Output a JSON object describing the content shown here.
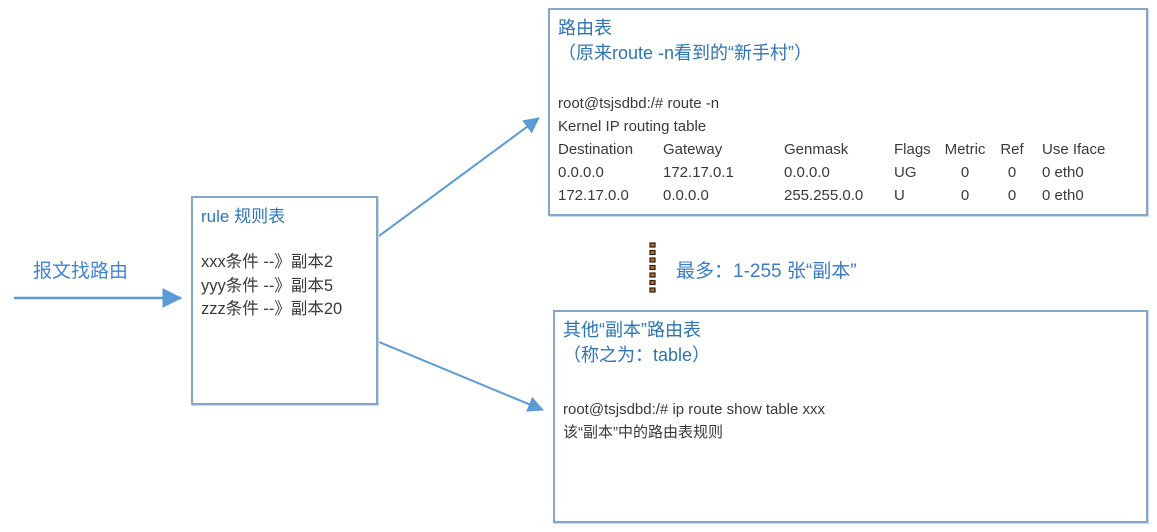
{
  "left_flow": {
    "label": "报文找路由"
  },
  "rule_box": {
    "title": "rule 规则表",
    "rules": [
      "xxx条件 --》副本2",
      "yyy条件 --》副本5",
      "zzz条件 --》副本20"
    ]
  },
  "main_box": {
    "title": "路由表",
    "subtitle": "（原来route -n看到的“新手村”）",
    "command": "root@tsjsdbd:/# route -n",
    "table_caption": "Kernel IP routing table",
    "table": {
      "headers": [
        "Destination",
        "Gateway",
        "Genmask",
        "Flags",
        "Metric",
        "Ref",
        "Use Iface"
      ],
      "rows": [
        [
          "0.0.0.0",
          "172.17.0.1",
          "0.0.0.0",
          "UG",
          "0",
          "0",
          "0 eth0"
        ],
        [
          "172.17.0.0",
          "0.0.0.0",
          "255.255.0.0",
          "U",
          "0",
          "0",
          "0 eth0"
        ]
      ]
    }
  },
  "middle_note": {
    "label": "最多：1-255 张“副本”"
  },
  "other_box": {
    "title": "其他“副本”路由表",
    "subtitle": "（称之为：table）",
    "command": "root@tsjsdbd:/# ip route show table xxx",
    "description": "该“副本”中的路由表规则"
  },
  "colors": {
    "box_border": "#84a7c9",
    "arrow_blue": "#5b9bd5",
    "title_blue": "#2e74b5",
    "label_blue": "#4186d3",
    "terminal_text": "#3a3a3a",
    "dot_fill": "#b5702e",
    "dot_edge": "#2b1c10"
  }
}
